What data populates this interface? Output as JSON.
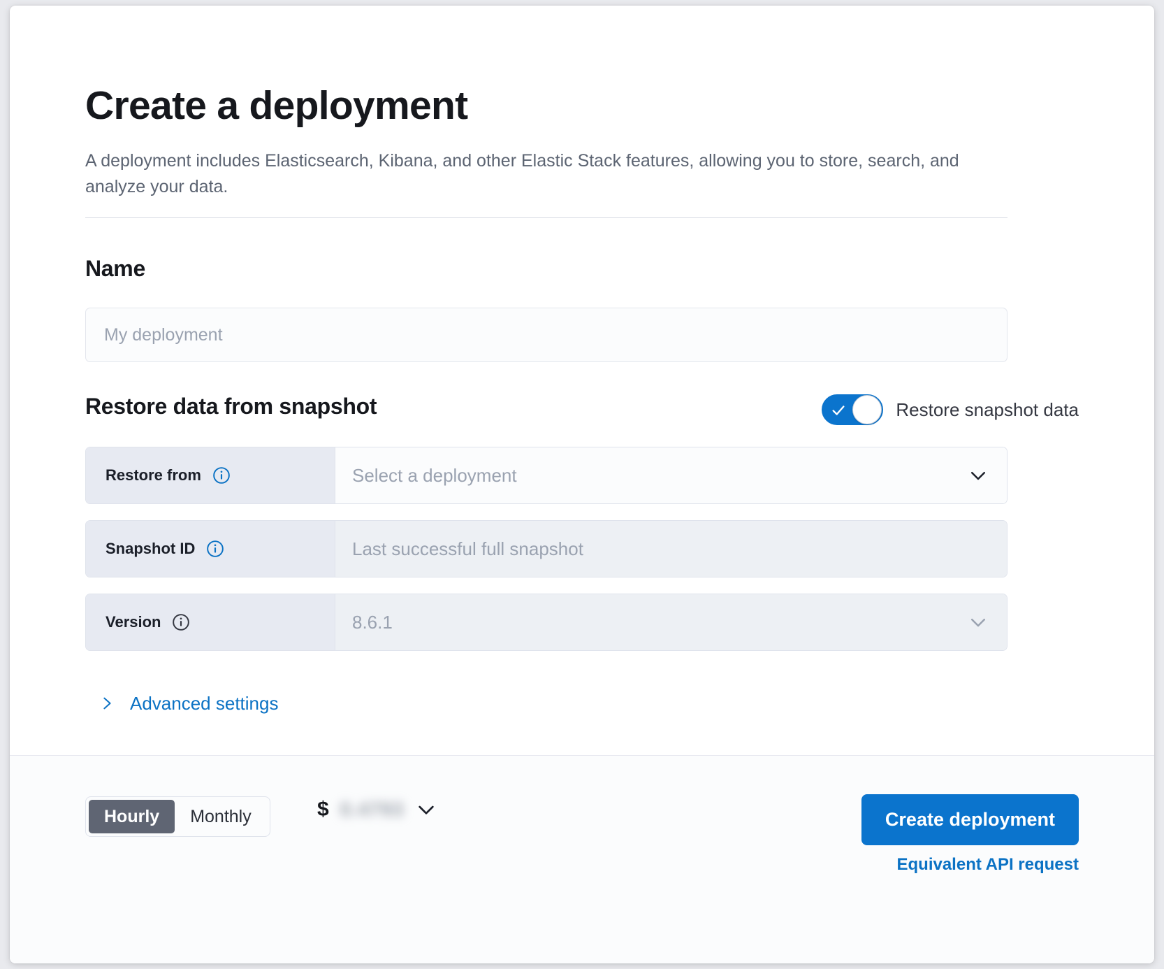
{
  "header": {
    "title": "Create a deployment",
    "subtitle": "A deployment includes Elasticsearch, Kibana, and other Elastic Stack features, allowing you to store, search, and analyze your data."
  },
  "name_section": {
    "heading": "Name",
    "input_value": "",
    "input_placeholder": "My deployment"
  },
  "restore_section": {
    "heading": "Restore data from snapshot",
    "toggle": {
      "label": "Restore snapshot data",
      "checked": true,
      "on_color": "#0b74cd"
    },
    "fields": [
      {
        "label": "Restore from",
        "value": "Select a deployment",
        "is_placeholder": true,
        "disabled": false,
        "control": "select",
        "info_icon_color": "#0b72c4"
      },
      {
        "label": "Snapshot ID",
        "value": "Last successful full snapshot",
        "is_placeholder": true,
        "disabled": true,
        "control": "text",
        "info_icon_color": "#0b72c4"
      },
      {
        "label": "Version",
        "value": "8.6.1",
        "is_placeholder": true,
        "disabled": true,
        "control": "select",
        "info_icon_color": "#343741"
      }
    ],
    "advanced_settings_label": "Advanced settings"
  },
  "footer": {
    "billing_options": [
      "Hourly",
      "Monthly"
    ],
    "billing_selected": "Hourly",
    "price_currency": "$",
    "price_value": "0.4793",
    "price_redacted": true,
    "create_button": "Create deployment",
    "api_request_link": "Equivalent API request"
  }
}
